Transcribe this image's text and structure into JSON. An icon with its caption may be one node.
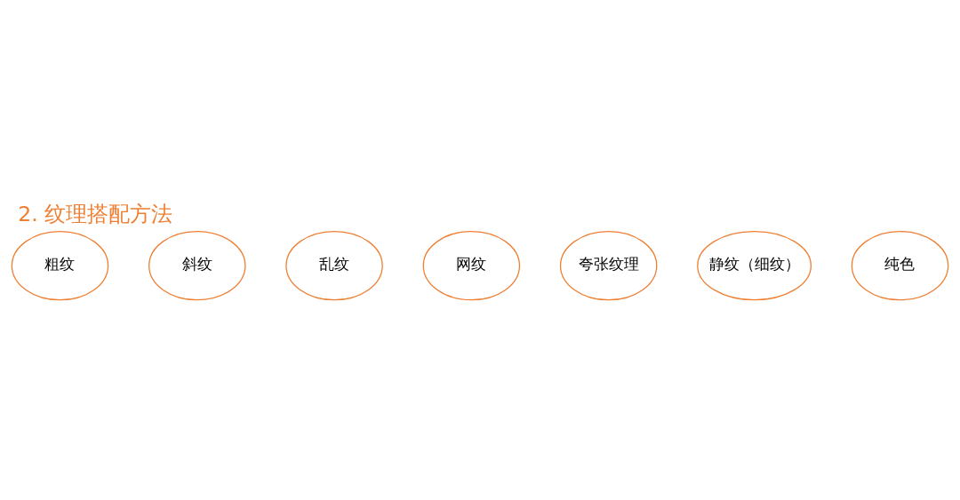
{
  "diagram": {
    "title": "2. 纹理搭配方法",
    "nodes": [
      {
        "text": [
          "粗纹"
        ]
      },
      {
        "text": [
          "斜纹"
        ]
      },
      {
        "text": [
          "乱纹"
        ]
      },
      {
        "text": [
          "网纹"
        ]
      },
      {
        "text": [
          "夸张纹理"
        ]
      },
      {
        "text": [
          "静纹（细纹）"
        ]
      },
      {
        "text": [
          "纯色"
        ]
      }
    ],
    "edges": []
  }
}
